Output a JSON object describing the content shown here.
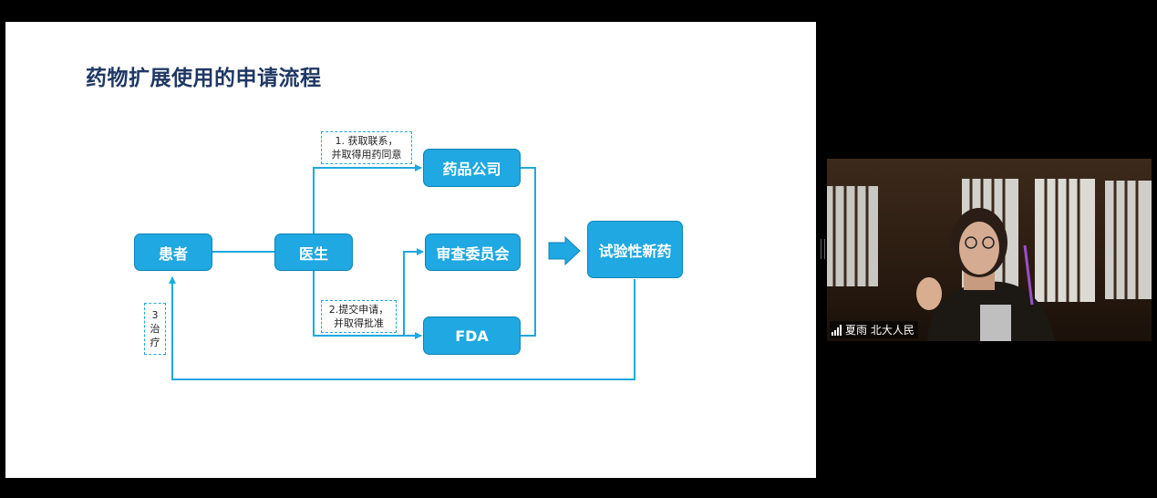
{
  "slide": {
    "title": "药物扩展使用的申请流程"
  },
  "diagram": {
    "nodes": {
      "patient": "患者",
      "doctor": "医生",
      "pharma": "药品公司",
      "irb": "审查委员会",
      "fda": "FDA",
      "drug": "试验性新药"
    },
    "notes": {
      "step1": [
        "1. 获取联系，",
        "并取得用药同意"
      ],
      "step2": [
        "2.提交申请，",
        "并取得批准"
      ],
      "step3": [
        "3",
        "治",
        "疗"
      ]
    },
    "colors": {
      "node_fill": "#1fa8e1",
      "line": "#1fa8e1",
      "title": "#1f3864"
    }
  },
  "video": {
    "participant_name": "夏雨 北大人民",
    "signal_icon": "signal-bars-icon"
  }
}
